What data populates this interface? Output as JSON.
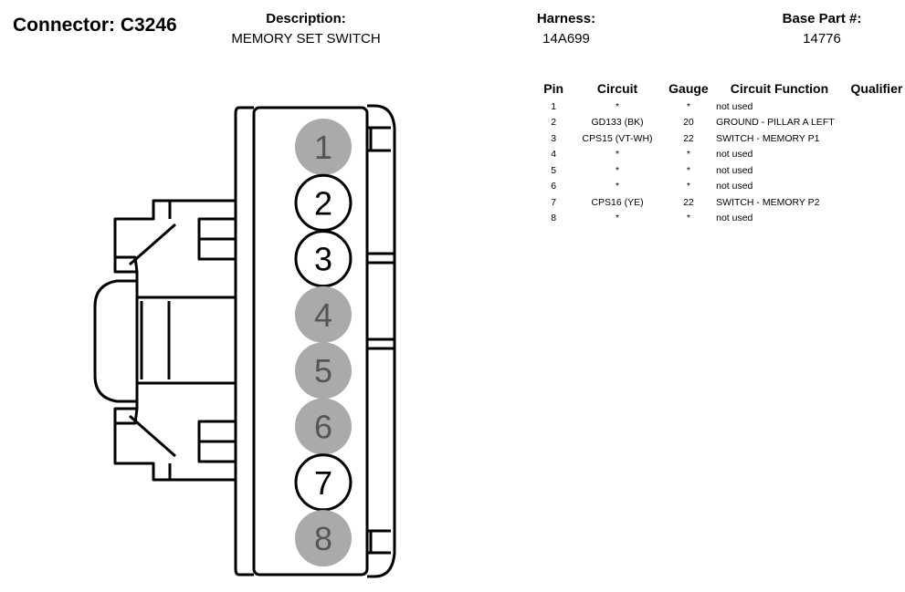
{
  "connector": {
    "title": "Connector: C3246"
  },
  "header": {
    "description_label": "Description:",
    "description_value": "MEMORY SET SWITCH",
    "harness_label": "Harness:",
    "harness_value": "14A699",
    "base_part_label": "Base Part #:",
    "base_part_value": "14776"
  },
  "table": {
    "columns": [
      "Pin",
      "Circuit",
      "Gauge",
      "Circuit Function",
      "Qualifier"
    ],
    "rows": [
      {
        "pin": "1",
        "circuit": "*",
        "gauge": "*",
        "function": "not used",
        "qualifier": ""
      },
      {
        "pin": "2",
        "circuit": "GD133 (BK)",
        "gauge": "20",
        "function": "GROUND - PILLAR A LEFT",
        "qualifier": ""
      },
      {
        "pin": "3",
        "circuit": "CPS15 (VT-WH)",
        "gauge": "22",
        "function": "SWITCH - MEMORY P1",
        "qualifier": ""
      },
      {
        "pin": "4",
        "circuit": "*",
        "gauge": "*",
        "function": "not used",
        "qualifier": ""
      },
      {
        "pin": "5",
        "circuit": "*",
        "gauge": "*",
        "function": "not used",
        "qualifier": ""
      },
      {
        "pin": "6",
        "circuit": "*",
        "gauge": "*",
        "function": "not used",
        "qualifier": ""
      },
      {
        "pin": "7",
        "circuit": "CPS16 (YE)",
        "gauge": "22",
        "function": "SWITCH - MEMORY P2",
        "qualifier": ""
      },
      {
        "pin": "8",
        "circuit": "*",
        "gauge": "*",
        "function": "not used",
        "qualifier": ""
      }
    ]
  },
  "diagram": {
    "pins": [
      {
        "label": "1",
        "used": false
      },
      {
        "label": "2",
        "used": true
      },
      {
        "label": "3",
        "used": true
      },
      {
        "label": "4",
        "used": false
      },
      {
        "label": "5",
        "used": false
      },
      {
        "label": "6",
        "used": false
      },
      {
        "label": "7",
        "used": true
      },
      {
        "label": "8",
        "used": false
      }
    ],
    "colors": {
      "unused_fill": "#aaaaaa",
      "unused_text": "#555555",
      "used_fill": "#ffffff",
      "line": "#000000"
    }
  }
}
